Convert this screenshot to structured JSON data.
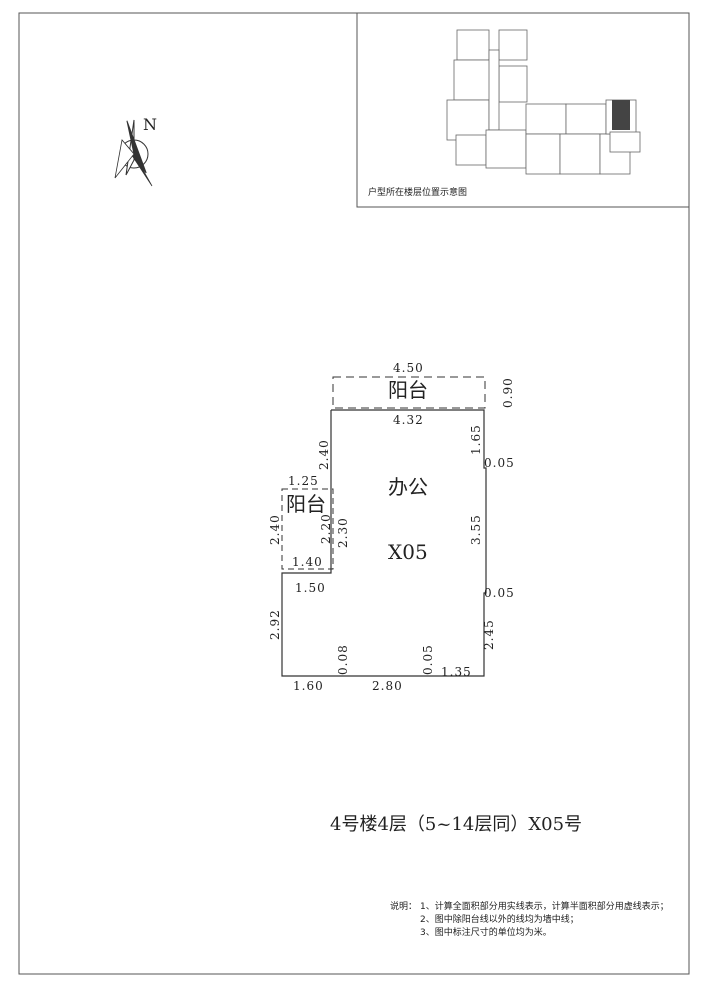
{
  "compass": {
    "label": "N",
    "icon": "north-arrow-icon"
  },
  "key_plan": {
    "caption": "户型所在楼层位置示意图",
    "highlight_color": "#444444"
  },
  "plan": {
    "rooms": {
      "office": "办公",
      "unit": "X05",
      "balcony_top": "阳台",
      "balcony_left": "阳台"
    },
    "dims": {
      "top_outer": "4.50",
      "top_depth": "0.90",
      "top_inner": "4.32",
      "left_upper": "2.40",
      "right_upper": "1.65",
      "right_step1": "0.05",
      "bal_top": "1.25",
      "bal_height": "2.40",
      "bal_inner": "2.20",
      "wall_2_30": "2.30",
      "right_mid": "3.55",
      "bal_bottom": "1.40",
      "left_low": "1.50",
      "right_step2": "0.05",
      "left_lower": "2.92",
      "right_lower": "2.45",
      "bottom_step1": "0.08",
      "bottom_step2": "0.05",
      "bottom_right": "1.35",
      "bottom_left": "1.60",
      "bottom_mid": "2.80"
    }
  },
  "title": "4号楼4层（5~14层同）X05号",
  "notes": {
    "label": "说明：",
    "items": [
      "1、计算全面积部分用实线表示，计算半面积部分用虚线表示；",
      "2、图中除阳台线以外的线均为墙中线；",
      "3、图中标注尺寸的单位均为米。"
    ]
  }
}
